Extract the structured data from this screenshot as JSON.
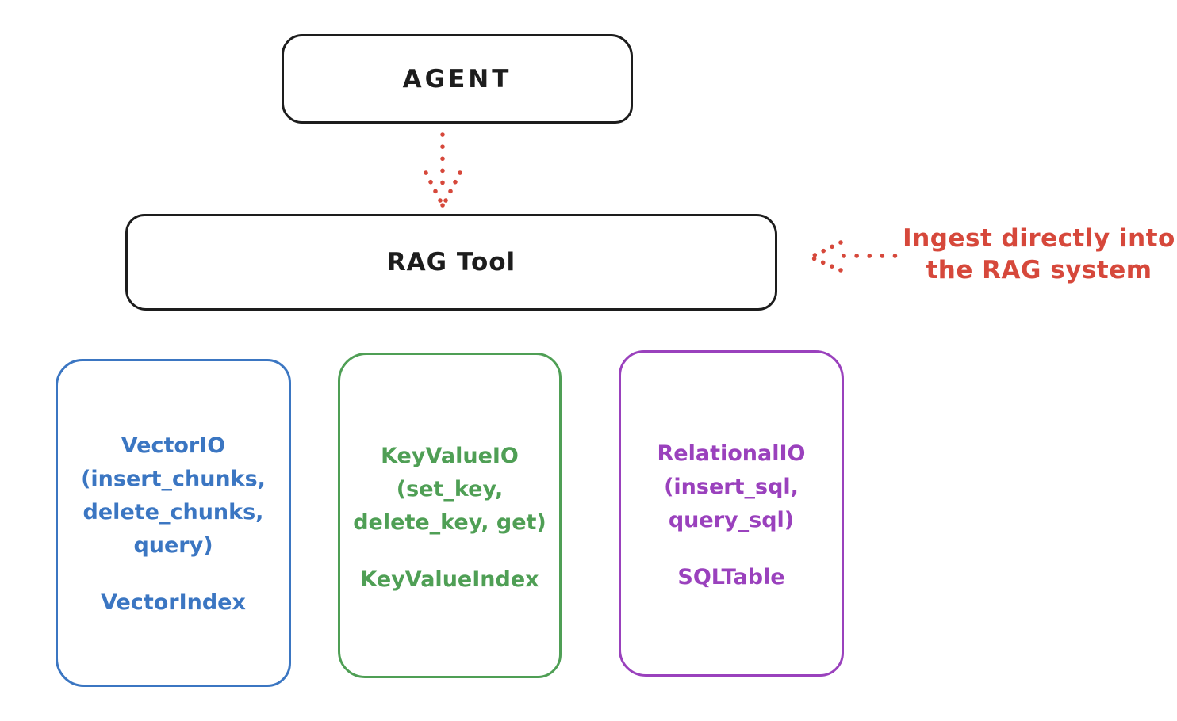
{
  "diagram": {
    "background": "#ffffff",
    "stroke_color": "#1d1d1d",
    "accent_red": "#d6483b",
    "nodes": {
      "agent": {
        "label": "AGENT",
        "color": "#1d1d1d"
      },
      "rag_tool": {
        "label": "RAG Tool",
        "color": "#1d1d1d"
      },
      "vector_io": {
        "color": "#3b76c2",
        "lines": [
          "VectorIO",
          "(insert_chunks,",
          "delete_chunks,",
          "query)"
        ],
        "index_label": "VectorIndex"
      },
      "key_value_io": {
        "color": "#4f9f55",
        "lines": [
          "KeyValueIO",
          "(set_key,",
          "delete_key, get)"
        ],
        "index_label": "KeyValueIndex"
      },
      "relational_io": {
        "color": "#9a41bd",
        "lines": [
          "RelationalIO",
          "(insert_sql,",
          "query_sql)"
        ],
        "index_label": "SQLTable"
      }
    },
    "annotation": {
      "line1": "Ingest directly into",
      "line2": "the RAG system",
      "color": "#d6483b"
    },
    "edges": [
      {
        "from": "agent",
        "to": "rag_tool",
        "style": "dotted-arrow",
        "color": "#d6483b"
      },
      {
        "from": "annotation",
        "to": "rag_tool",
        "style": "dotted-arrow",
        "color": "#d6483b"
      }
    ]
  }
}
